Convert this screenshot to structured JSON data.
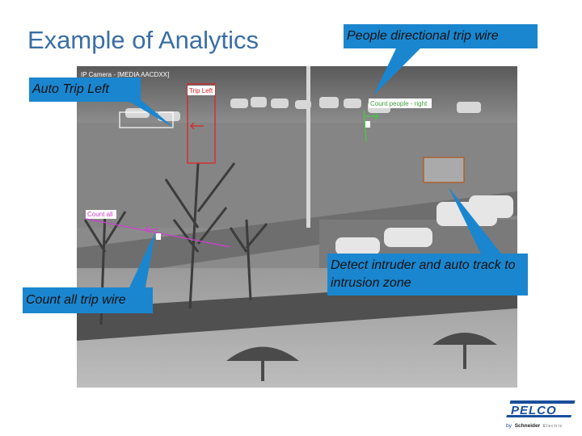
{
  "slide": {
    "title": "Example of Analytics"
  },
  "callouts": {
    "people_directional": "People directional trip wire",
    "auto_trip_left": "Auto Trip Left",
    "count_all": "Count all trip wire",
    "intruder": "Detect intruder and auto track to intrusion zone"
  },
  "camera": {
    "header": "IP Camera - [MEDIA AACDXX]",
    "trip_left_label": "Trip Left",
    "count_people_right_label": "Count people - right",
    "count_all_label": "Count all"
  },
  "logo": {
    "brand": "PELCO",
    "byline_prefix": "by",
    "byline_company": "Schneider",
    "byline_suffix": "Electric"
  },
  "colors": {
    "title": "#3a6ea5",
    "callout_bg": "#1a86cf",
    "trip_left": "#e02020",
    "count_people": "#40d040",
    "count_all": "#d040d0",
    "intrusion_zone": "#b05a20",
    "logo": "#1a4f9c"
  }
}
